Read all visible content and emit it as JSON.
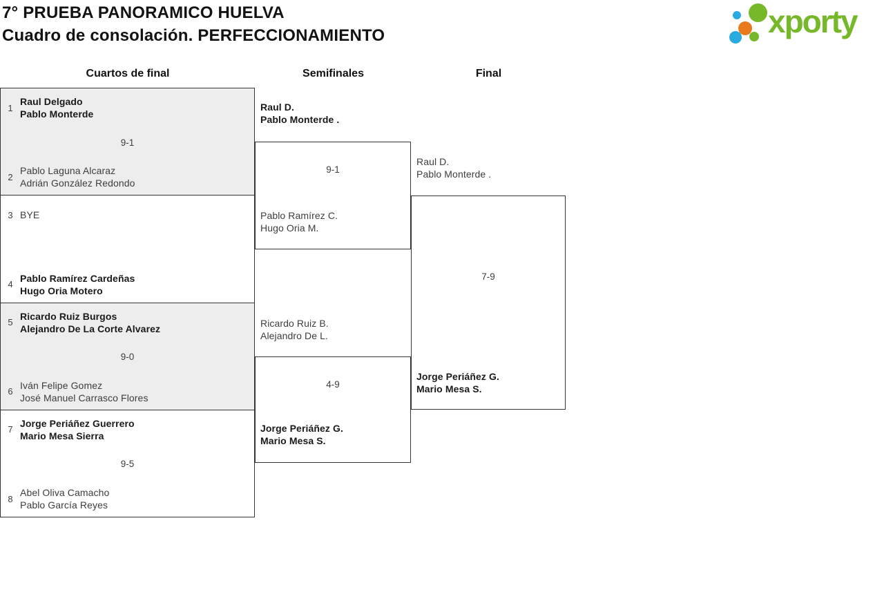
{
  "header": {
    "title_line1": "7° PRUEBA PANORAMICO HUELVA",
    "title_line2": "Cuadro de consolación. PERFECCIONAMIENTO"
  },
  "logo": {
    "text": "xporty",
    "colors": {
      "green": "#76b82a",
      "blue": "#29abe2",
      "orange": "#e87a1b"
    }
  },
  "round_headers": {
    "quarterfinals": "Cuartos de final",
    "semifinals": "Semifinales",
    "final": "Final"
  },
  "colors": {
    "bracket_line": "#333333",
    "alt_block_background": "#ededed",
    "winner_text": "#191919",
    "regular_text": "#3d3d3d"
  },
  "bracket": {
    "quarterfinals": [
      {
        "seed_top": "1",
        "team_top_1": "Raul Delgado",
        "team_top_2": "Pablo Monterde",
        "top_winner": true,
        "score": "9-1",
        "seed_bottom": "2",
        "team_bottom_1": "Pablo Laguna Alcaraz",
        "team_bottom_2": "Adrián González Redondo",
        "bottom_winner": false
      },
      {
        "seed_top": "3",
        "team_top_1": "BYE",
        "team_top_2": "",
        "top_winner": false,
        "score": "",
        "seed_bottom": "4",
        "team_bottom_1": "Pablo Ramírez Cardeñas",
        "team_bottom_2": "Hugo Oria Motero",
        "bottom_winner": true
      },
      {
        "seed_top": "5",
        "team_top_1": "Ricardo Ruiz Burgos",
        "team_top_2": "Alejandro De La Corte Alvarez",
        "top_winner": true,
        "score": "9-0",
        "seed_bottom": "6",
        "team_bottom_1": "Iván Felipe Gomez",
        "team_bottom_2": "José Manuel Carrasco Flores",
        "bottom_winner": false
      },
      {
        "seed_top": "7",
        "team_top_1": "Jorge Periáñez Guerrero",
        "team_top_2": "Mario Mesa Sierra",
        "top_winner": true,
        "score": "9-5",
        "seed_bottom": "8",
        "team_bottom_1": "Abel Oliva Camacho",
        "team_bottom_2": "Pablo García Reyes",
        "bottom_winner": false
      }
    ],
    "semifinals": [
      {
        "team_top_1": "Raul D.",
        "team_top_2": "Pablo Monterde .",
        "top_winner": true,
        "score": "9-1",
        "team_bottom_1": "Pablo Ramírez C.",
        "team_bottom_2": "Hugo Oria M.",
        "bottom_winner": false
      },
      {
        "team_top_1": "Ricardo Ruiz B.",
        "team_top_2": "Alejandro De L.",
        "top_winner": false,
        "score": "4-9",
        "team_bottom_1": "Jorge Periáñez G.",
        "team_bottom_2": "Mario Mesa S.",
        "bottom_winner": true
      }
    ],
    "final": {
      "team_top_1": "Raul D.",
      "team_top_2": "Pablo Monterde .",
      "top_winner": false,
      "score": "7-9",
      "team_bottom_1": "Jorge Periáñez G.",
      "team_bottom_2": "Mario Mesa S.",
      "bottom_winner": true
    }
  }
}
